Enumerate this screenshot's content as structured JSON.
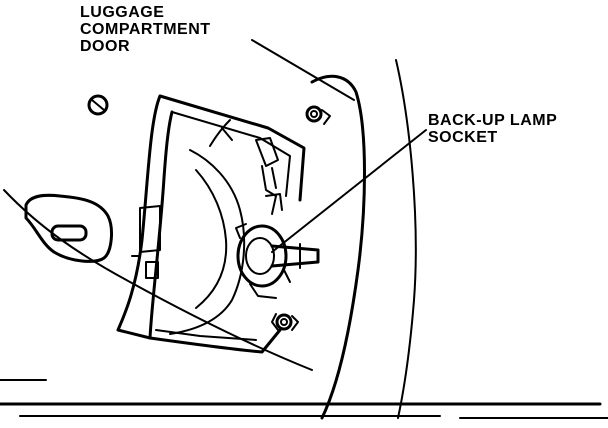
{
  "figure": {
    "background": "#ffffff",
    "ink_color": "#000000",
    "labels": {
      "luggage_door": [
        "LUGGAGE",
        "COMPARTMENT",
        "DOOR"
      ],
      "backup_socket": [
        "BACK-UP LAMP",
        "SOCKET"
      ]
    }
  }
}
